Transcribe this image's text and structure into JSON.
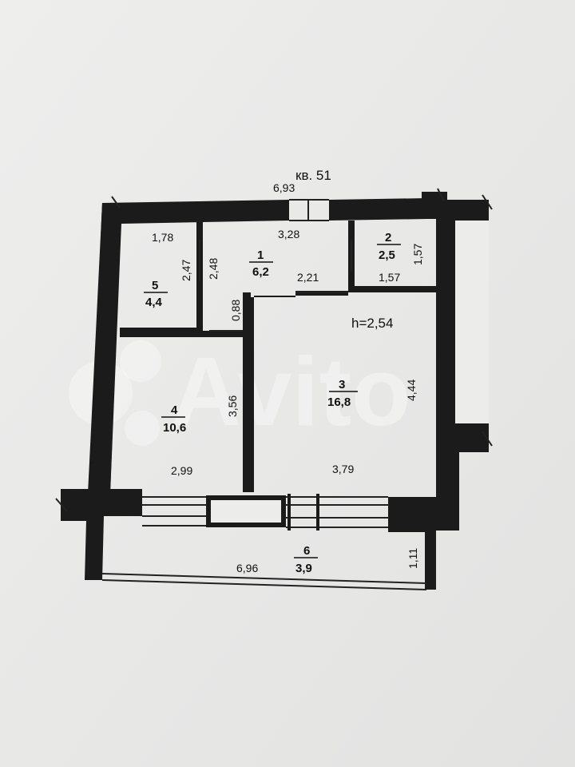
{
  "title": "кв. 51",
  "ceiling_height": "h=2,54",
  "rooms": [
    {
      "number": "1",
      "area": "6,2"
    },
    {
      "number": "2",
      "area": "2,5"
    },
    {
      "number": "3",
      "area": "16,8"
    },
    {
      "number": "4",
      "area": "10,6"
    },
    {
      "number": "5",
      "area": "4,4"
    },
    {
      "number": "6",
      "area": "3,9"
    }
  ],
  "dimensions": {
    "overall_top": "6,93",
    "room5_width": "1,78",
    "room5_height": "2,47",
    "room1_left_height": "2,48",
    "room1_width": "3,28",
    "room1_step_width": "2,21",
    "room1_step_height": "0,88",
    "room2_width": "1,57",
    "room2_height": "1,57",
    "room3_height": "4,44",
    "room3_width": "3,79",
    "room4_height": "3,56",
    "room4_width": "2,99",
    "balcony_width": "6,96",
    "balcony_depth": "1,11"
  },
  "watermark": "Avito",
  "colors": {
    "paper": "#e7e7e6",
    "wall": "#1b1b1b"
  }
}
